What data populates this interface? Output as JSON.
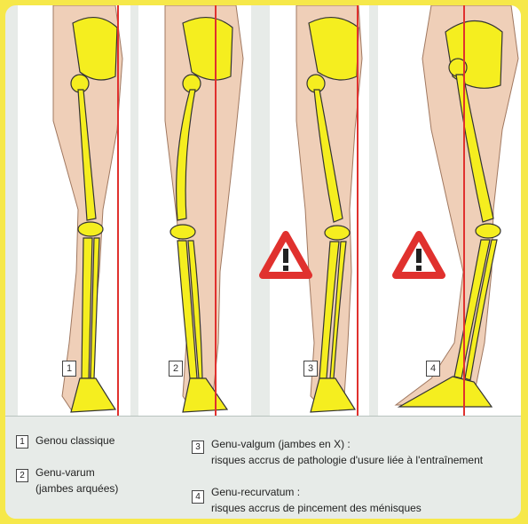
{
  "figure": {
    "labels": [
      "1",
      "2",
      "3",
      "4"
    ]
  },
  "captions": [
    {
      "num": "1",
      "lines": [
        "Genou classique"
      ]
    },
    {
      "num": "2",
      "lines": [
        "Genu-varum",
        "(jambes arquées)"
      ]
    },
    {
      "num": "3",
      "lines": [
        "Genu-valgum (jambes en X) :",
        "risques accrus de pathologie d'usure liée à l'entraînement"
      ]
    },
    {
      "num": "4",
      "lines": [
        "Genu-recurvatum :",
        "risques accrus de pincement des ménisques"
      ]
    }
  ],
  "colors": {
    "bone": "#f5ee1f",
    "skin": "#efcfb8",
    "plumb_line": "#e0312e",
    "warning": "#e0312e",
    "frame": "#f6e84a"
  },
  "icons": [
    "warning-triangle-icon",
    "warning-triangle-icon"
  ]
}
